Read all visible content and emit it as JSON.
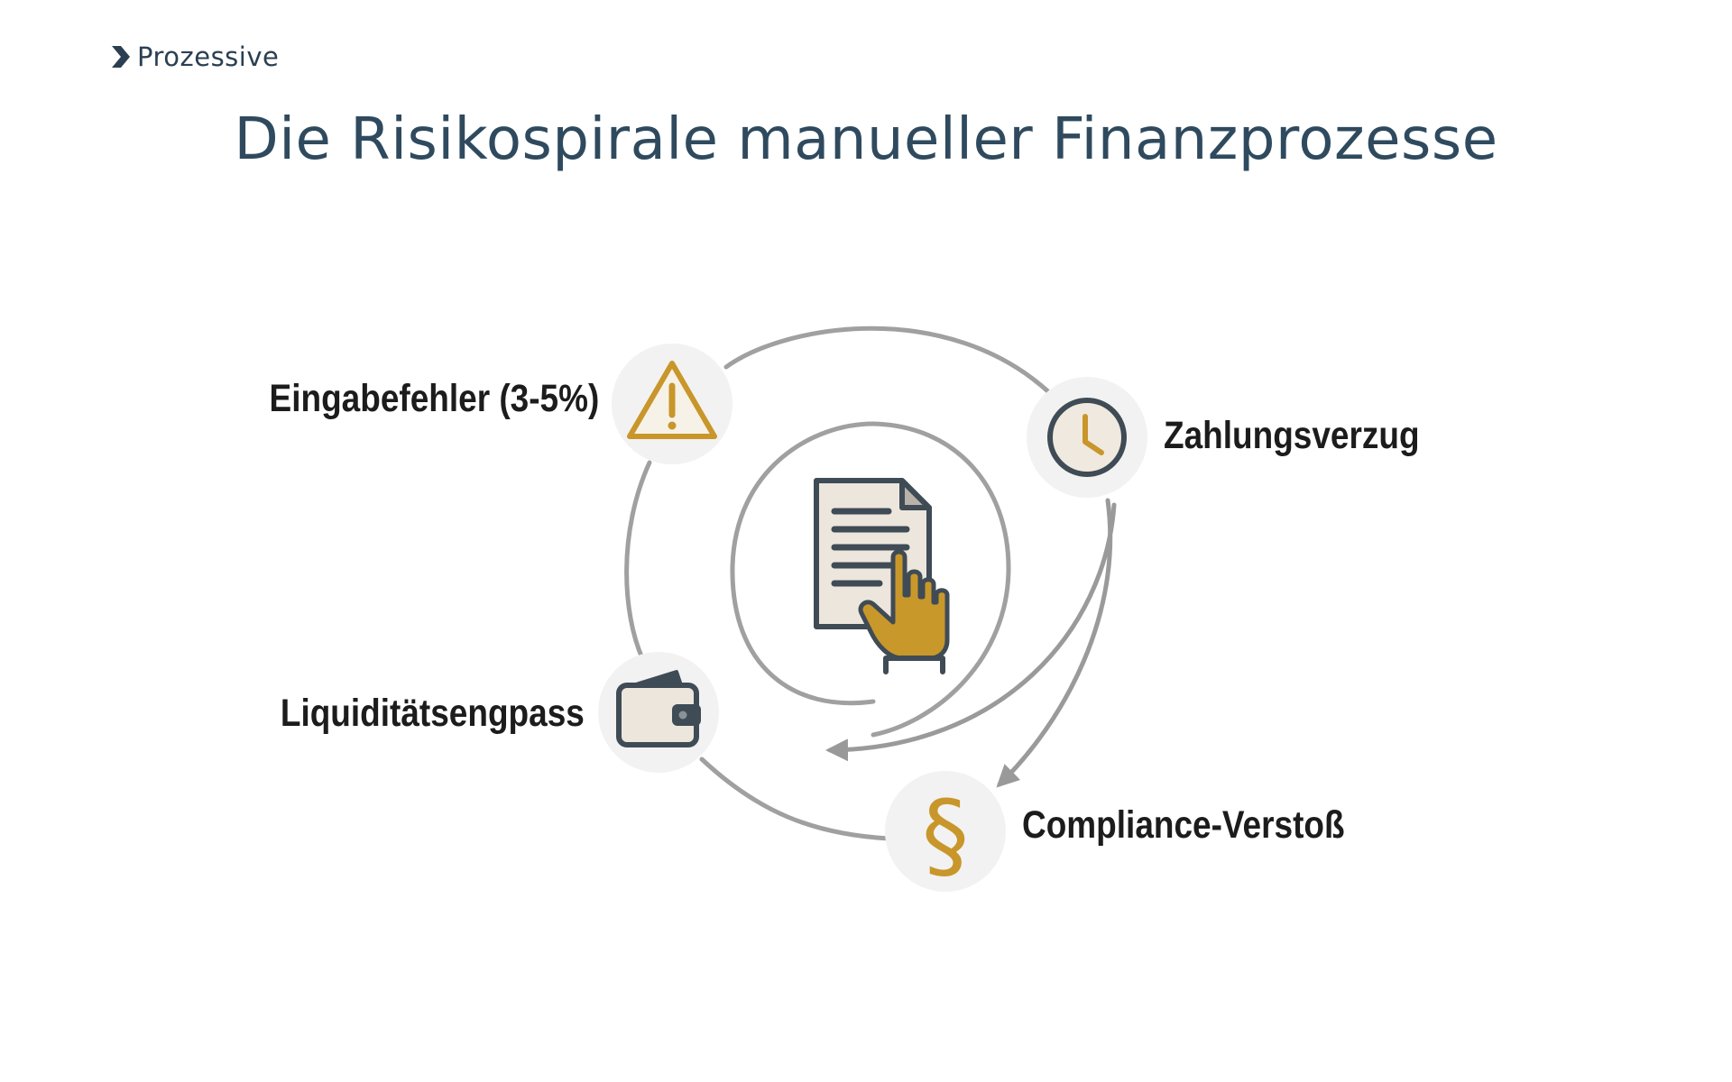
{
  "brand": {
    "name": "Prozessive",
    "icon": "chevron-right-icon",
    "color": "#2b3f52"
  },
  "title": "Die Risikospirale manueller Finanzprozesse",
  "diagram": {
    "center": {
      "icon": "document-with-hand-icon"
    },
    "nodes": [
      {
        "id": "eingabefehler",
        "label": "Eingabefehler (3-5%)",
        "icon": "warning-triangle-icon"
      },
      {
        "id": "zahlungsverzug",
        "label": "Zahlungsverzug",
        "icon": "clock-icon"
      },
      {
        "id": "compliance",
        "label": "Compliance-Verstoß",
        "icon": "paragraph-icon"
      },
      {
        "id": "liquiditaet",
        "label": "Liquiditätsengpass",
        "icon": "wallet-icon"
      }
    ],
    "colors": {
      "accent": "#c8962a",
      "line": "#9a9a9a",
      "icon_dark": "#3f4b55",
      "icon_bg": "#f2f2f2",
      "title": "#2f4a5e"
    }
  }
}
